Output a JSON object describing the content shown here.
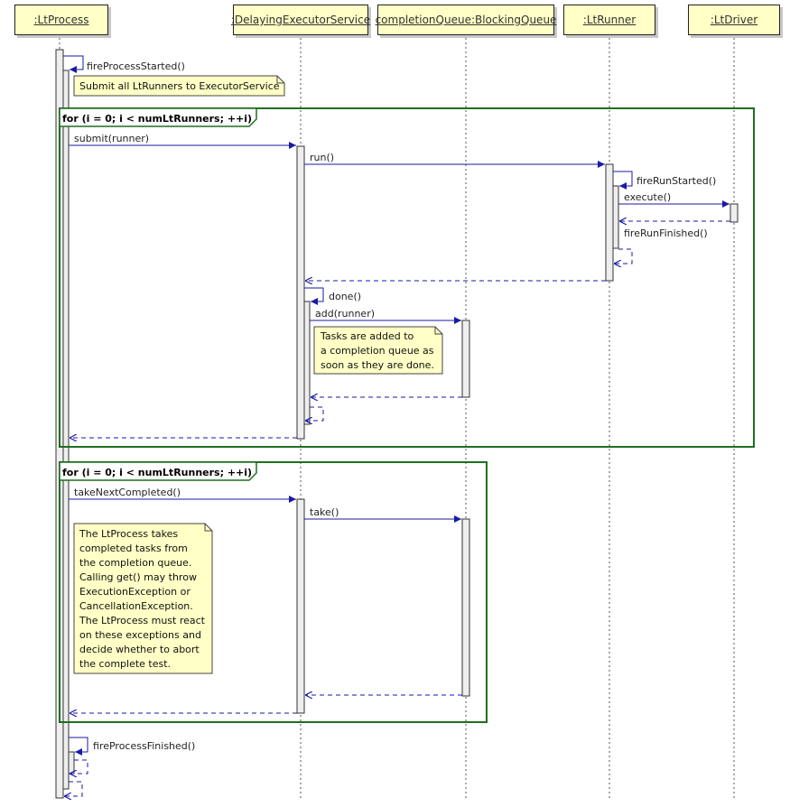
{
  "lifelines": [
    {
      "key": "ltprocess",
      "label": ":LtProcess"
    },
    {
      "key": "executor",
      "label": ":DelayingExecutorService"
    },
    {
      "key": "queue",
      "label": "completionQueue:BlockingQueue"
    },
    {
      "key": "ltrunner",
      "label": ":LtRunner"
    },
    {
      "key": "ltdriver",
      "label": ":LtDriver"
    }
  ],
  "messages": {
    "fire_process_started": "fireProcessStarted()",
    "submit": "submit(runner)",
    "run": "run()",
    "fire_run_started": "fireRunStarted()",
    "execute": "execute()",
    "fire_run_finished": "fireRunFinished()",
    "done": "done()",
    "add": "add(runner)",
    "take_next_completed": "takeNextCompleted()",
    "take": "take()",
    "fire_process_finished": "fireProcessFinished()"
  },
  "frames": {
    "loop1": "for (i = 0; i < numLtRunners; ++i)",
    "loop2": "for (i = 0; i < numLtRunners; ++i)"
  },
  "notes": {
    "submit_all": [
      "Submit all LtRunners to ExecutorService"
    ],
    "completion_queue": [
      "Tasks are added to",
      "a completion queue as",
      "soon as they are done."
    ],
    "ltprocess_takes": [
      "The LtProcess takes",
      "completed tasks from",
      "the completion queue.",
      "Calling get() may throw",
      "ExecutionException or",
      "CancellationException.",
      "The LtProcess must react",
      "on these exceptions and",
      "decide whether to abort",
      "the complete test."
    ]
  },
  "colors": {
    "head_fill": "#ffffc6",
    "arrow": "#1a1aa6",
    "frame": "#1f6f1f",
    "activation": "#eeeeee"
  }
}
